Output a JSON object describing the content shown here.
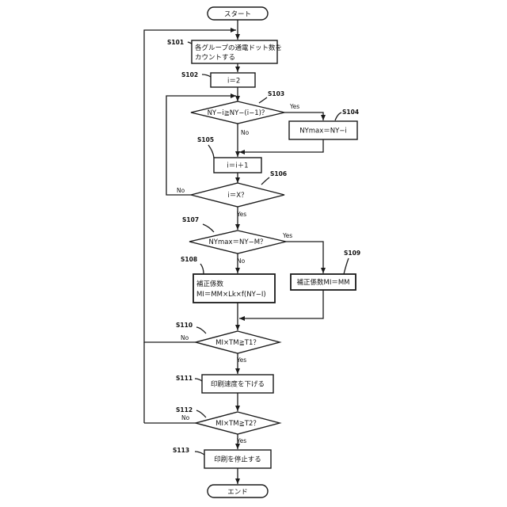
{
  "terminals": {
    "start": "スタート",
    "end": "エンド"
  },
  "steps": {
    "s101": {
      "id": "S101",
      "text_line1": "各グループの通電ドット数を",
      "text_line2": "カウントする"
    },
    "s102": {
      "id": "S102",
      "text": "i＝2"
    },
    "s103": {
      "id": "S103",
      "text": "NY−i≧NY−(i−1)？"
    },
    "s104": {
      "id": "S104",
      "text": "NYmax＝NY−i"
    },
    "s105": {
      "id": "S105",
      "text": "i＝i＋1"
    },
    "s106": {
      "id": "S106",
      "text": "i＝X？"
    },
    "s107": {
      "id": "S107",
      "text": "NYmax＝NY−M？"
    },
    "s108": {
      "id": "S108",
      "text_line1": "補正係数",
      "text_line2": "MI＝MM×Lk×f(NY−I)"
    },
    "s109": {
      "id": "S109",
      "text": "補正係数MI＝MM"
    },
    "s110": {
      "id": "S110",
      "text": "MI×TM≧T1？"
    },
    "s111": {
      "id": "S111",
      "text": "印刷速度を下げる"
    },
    "s112": {
      "id": "S112",
      "text": "MI×TM≧T2？"
    },
    "s113": {
      "id": "S113",
      "text": "印刷を停止する"
    }
  },
  "branch_labels": {
    "yes": "Yes",
    "no": "No"
  }
}
